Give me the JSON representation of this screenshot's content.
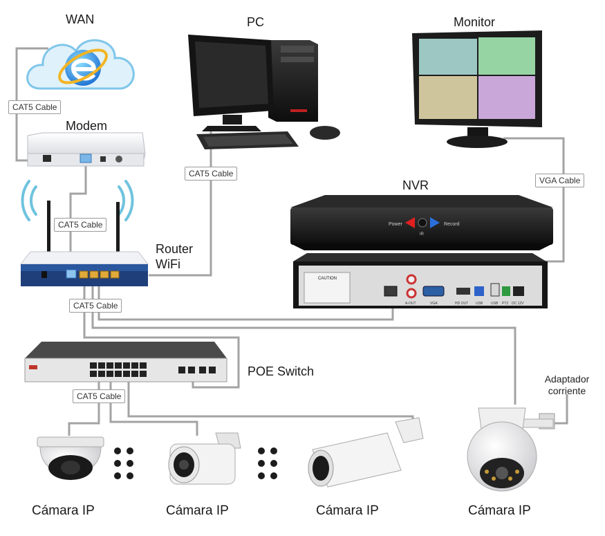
{
  "labels": {
    "wan": "WAN",
    "pc": "PC",
    "monitor": "Monitor",
    "modem": "Modem",
    "nvr": "NVR",
    "router_line1": "Router",
    "router_line2": "WiFi",
    "poe_switch": "POE Switch",
    "adapter_line1": "Adaptador",
    "adapter_line2": "corriente",
    "camera": "Cámara IP"
  },
  "cables": {
    "wan_modem": "CAT5 Cable",
    "pc": "CAT5 Cable",
    "modem_router": "CAT5 Cable",
    "router_out": "CAT5 Cable",
    "switch_out": "CAT5 Cable",
    "vga": "VGA Cable"
  },
  "nvr_panel": {
    "power": "Power",
    "record": "Record",
    "ir": "IR",
    "caution": "CAUTION",
    "ports": [
      "A-OUT",
      "VGA",
      "HD OUT",
      "USB",
      "USB",
      "PTZ",
      "DC 12V"
    ]
  },
  "colors": {
    "cable": "#9e9e9e",
    "cloud": "#bfe3f7",
    "monitor_quadrants": [
      "#9cc7c2",
      "#97d4a4",
      "#cfc59c",
      "#c9a7d9"
    ],
    "router_port": "#e0a93a",
    "wifi": "#6fc3df"
  }
}
